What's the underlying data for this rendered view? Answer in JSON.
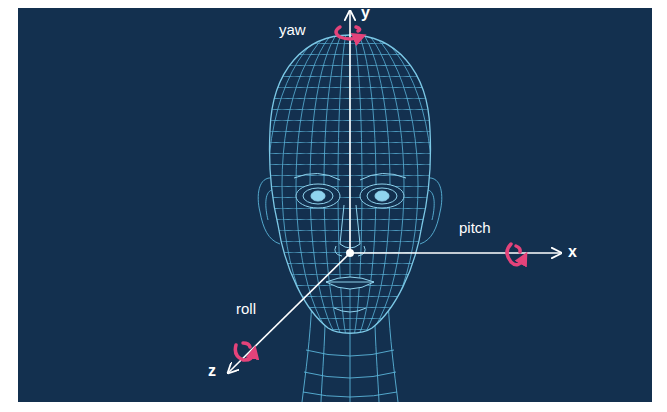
{
  "diagram": {
    "labels": [
      "yaw",
      "y",
      "pitch",
      "x",
      "roll",
      "z"
    ]
  }
}
